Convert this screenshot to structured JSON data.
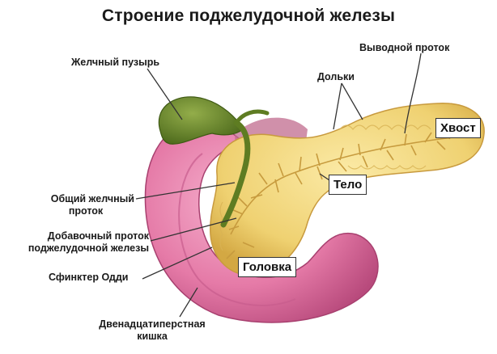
{
  "title": "Строение поджелудочной железы",
  "labels": {
    "gallbladder": "Желчный пузырь",
    "common_bile_duct_1": "Общий желчный",
    "common_bile_duct_2": "проток",
    "accessory_duct_1": "Добавочный проток",
    "accessory_duct_2": "поджелудочной железы",
    "sphincter": "Сфинктер Одди",
    "duodenum_1": "Двенадцатиперстная",
    "duodenum_2": "кишка",
    "lobules": "Дольки",
    "main_duct": "Выводной проток",
    "tail": "Хвост",
    "body": "Тело",
    "head": "Головка"
  },
  "colors": {
    "pancreas": "#f1d67a",
    "pancreas_dark": "#d9b24a",
    "duodenum": "#e67aa8",
    "duodenum_dark": "#b8457a",
    "gallbladder": "#6b8a2e",
    "duct": "#c9a048",
    "leader": "#333333"
  }
}
